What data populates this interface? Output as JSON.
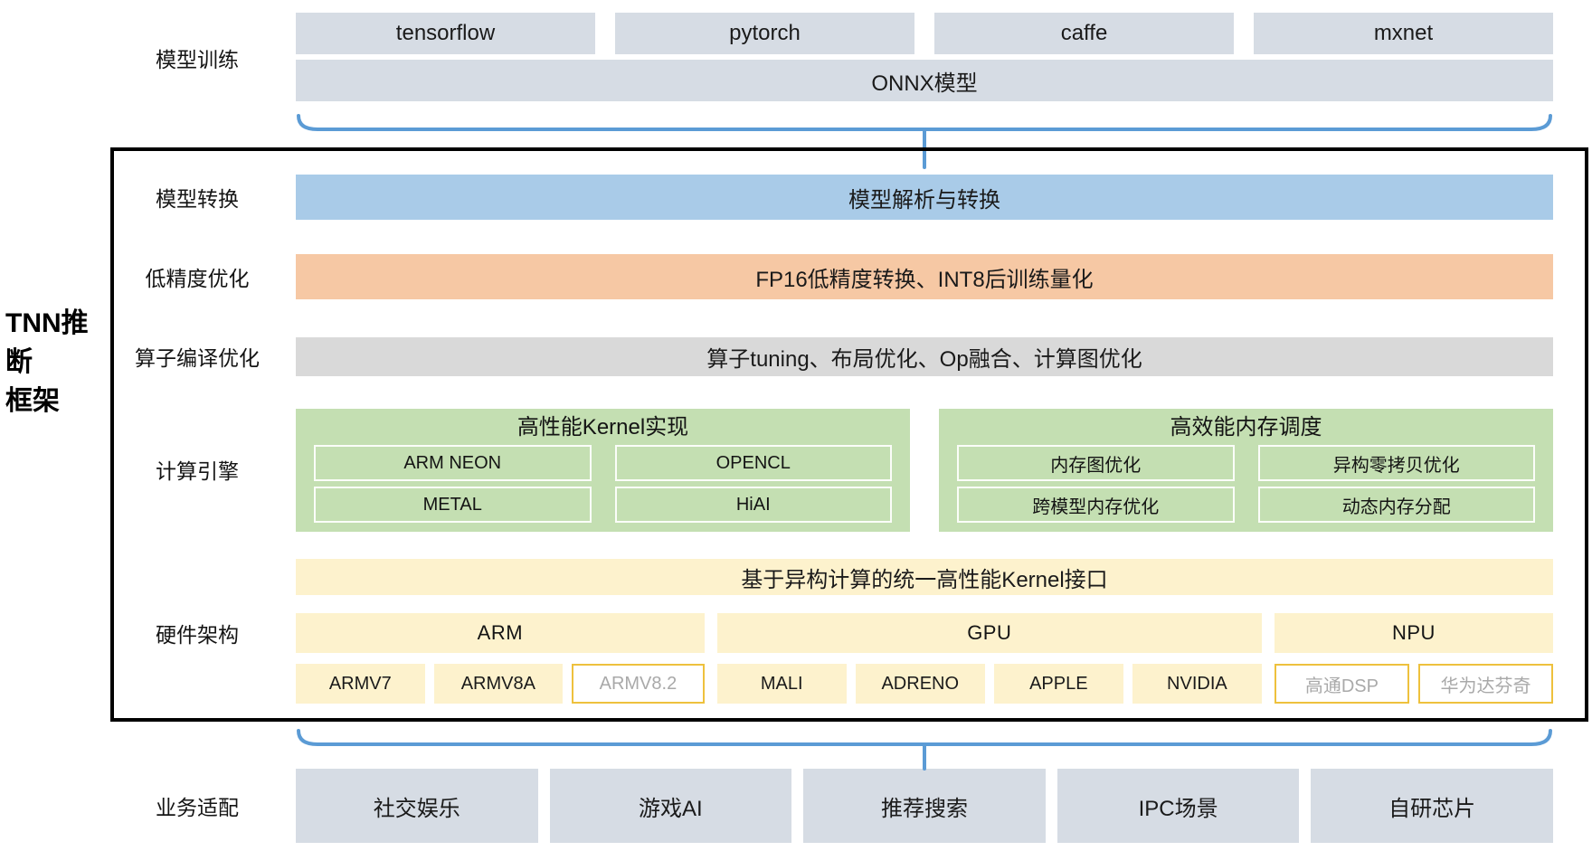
{
  "frame": {
    "title_line1": "TNN推断",
    "title_line2": "框架"
  },
  "training": {
    "label": "模型训练",
    "frameworks": [
      "tensorflow",
      "pytorch",
      "caffe",
      "mxnet"
    ],
    "onnx_label": "ONNX模型"
  },
  "rows": {
    "conversion": {
      "label": "模型转换",
      "content": "模型解析与转换"
    },
    "precision": {
      "label": "低精度优化",
      "content": "FP16低精度转换、INT8后训练量化"
    },
    "operator": {
      "label": "算子编译优化",
      "content": "算子tuning、布局优化、Op融合、计算图优化"
    }
  },
  "engine": {
    "label": "计算引擎",
    "kernel": {
      "title": "高性能Kernel实现",
      "items": [
        "ARM NEON",
        "OPENCL",
        "METAL",
        "HiAI"
      ]
    },
    "memory": {
      "title": "高效能内存调度",
      "items": [
        "内存图优化",
        "异构零拷贝优化",
        "跨模型内存优化",
        "动态内存分配"
      ]
    }
  },
  "hardware": {
    "label": "硬件架构",
    "banner": "基于异构计算的统一高性能Kernel接口",
    "groups": [
      {
        "name": "ARM",
        "chips": [
          {
            "label": "ARMV7",
            "muted": false
          },
          {
            "label": "ARMV8A",
            "muted": false
          },
          {
            "label": "ARMV8.2",
            "muted": true
          }
        ]
      },
      {
        "name": "GPU",
        "chips": [
          {
            "label": "MALI",
            "muted": false
          },
          {
            "label": "ADRENO",
            "muted": false
          },
          {
            "label": "APPLE",
            "muted": false
          },
          {
            "label": "NVIDIA",
            "muted": false
          }
        ]
      },
      {
        "name": "NPU",
        "chips": [
          {
            "label": "高通DSP",
            "muted": true
          },
          {
            "label": "华为达芬奇",
            "muted": true
          }
        ]
      }
    ]
  },
  "business": {
    "label": "业务适配",
    "items": [
      "社交娱乐",
      "游戏AI",
      "推荐搜索",
      "IPC场景",
      "自研芯片"
    ]
  },
  "colors": {
    "box_gray_blue": "#d6dce4",
    "row_blue": "#a9cbe8",
    "row_orange": "#f6c8a4",
    "row_gray": "#d9d9d9",
    "green": "#c4dfb2",
    "yellow": "#fdf2cd",
    "gold_border": "#eec13d",
    "muted_text": "#a9a9a9",
    "brace_blue": "#5b9bd5",
    "frame_border": "#000000"
  }
}
